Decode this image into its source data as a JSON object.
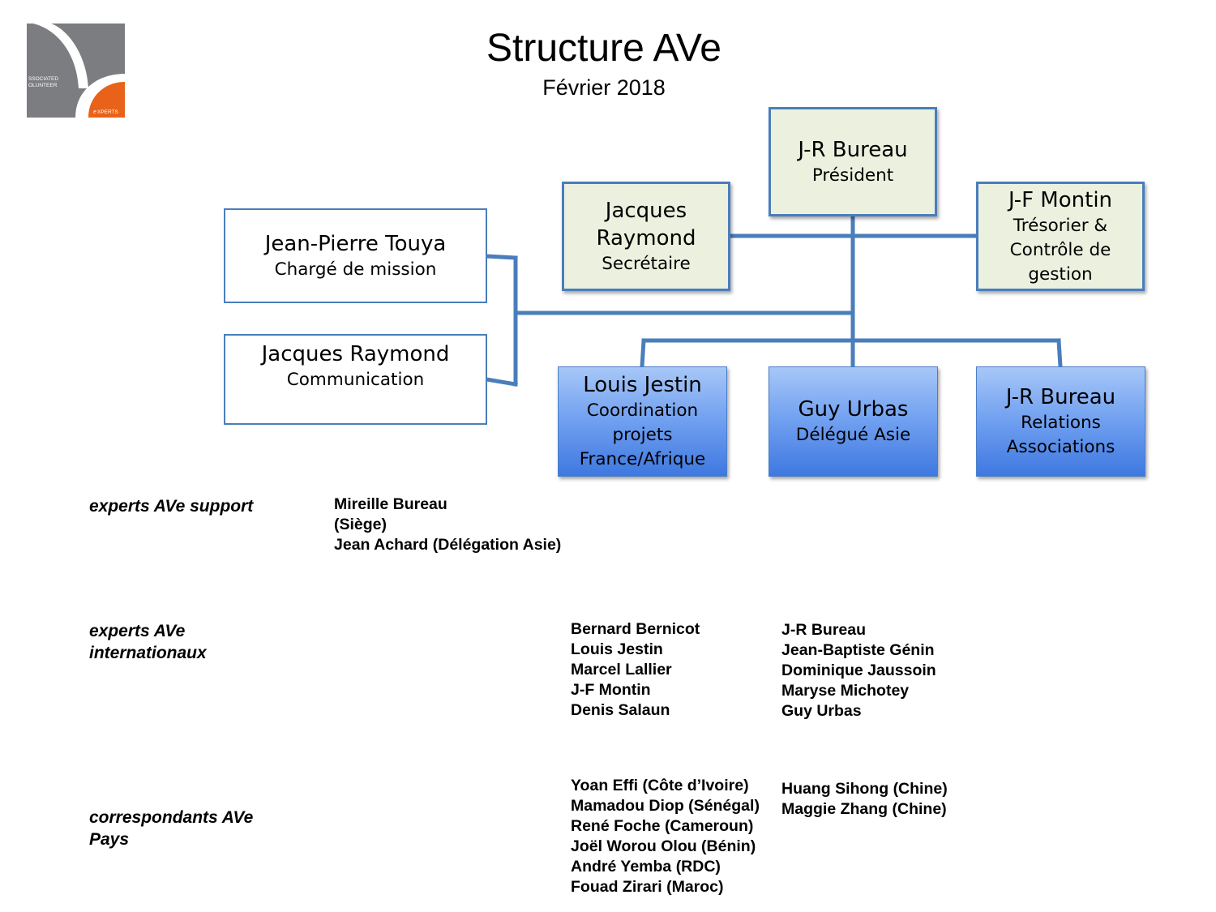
{
  "header": {
    "title": "Structure AVe",
    "subtitle": "Février 2018"
  },
  "logo": {
    "text_line1": "SSOCIATED",
    "text_line2": "OLUNTEER",
    "text_line3": "XPERTS",
    "letter_a": "A",
    "letter_v": "V",
    "letter_e": "e",
    "colors": {
      "background": "#7b7d80",
      "accent": "#e8621a",
      "text": "#ffffff"
    }
  },
  "org_chart": {
    "president": {
      "name": "J-R Bureau",
      "role": "Président"
    },
    "secretary": {
      "name": "Jacques Raymond",
      "role": "Secrétaire"
    },
    "treasurer": {
      "name": "J-F Montin",
      "role": "Trésorier & Contrôle de gestion"
    },
    "mission": {
      "name": "Jean-Pierre Touya",
      "role": "Chargé de mission"
    },
    "communication": {
      "name": "Jacques Raymond",
      "role": "Communication"
    },
    "coordination": {
      "name": "Louis Jestin",
      "role": "Coordination projets France/Afrique"
    },
    "asia": {
      "name": "Guy Urbas",
      "role": "Délégué Asie"
    },
    "relations": {
      "name": "J-R Bureau",
      "role": "Relations Associations"
    },
    "colors": {
      "line": "#4a7ebb",
      "green_box": "#ecf1df",
      "blue_box": "#6f9ff0"
    }
  },
  "sections": {
    "support": {
      "label": "experts AVe support",
      "members": [
        "Mireille Bureau",
        "(Siège)",
        "Jean Achard (Délégation Asie)"
      ]
    },
    "international": {
      "label": "experts AVe\ninternationaux",
      "column1": [
        "Bernard Bernicot",
        "Louis Jestin",
        "Marcel Lallier",
        "J-F Montin",
        "Denis Salaun"
      ],
      "column2": [
        "J-R Bureau",
        "Jean-Baptiste Génin",
        "Dominique Jaussoin",
        "Maryse Michotey",
        "Guy Urbas"
      ]
    },
    "correspondents": {
      "label": "correspondants AVe\nPays",
      "column1": [
        "Yoan Effi (Côte d’Ivoire)",
        "Mamadou Diop (Sénégal)",
        "René Foche (Cameroun)",
        "Joël Worou Olou (Bénin)",
        "André Yemba (RDC)",
        "Fouad Zirari (Maroc)"
      ],
      "column2": [
        "Huang Sihong (Chine)",
        "Maggie Zhang (Chine)"
      ]
    }
  }
}
